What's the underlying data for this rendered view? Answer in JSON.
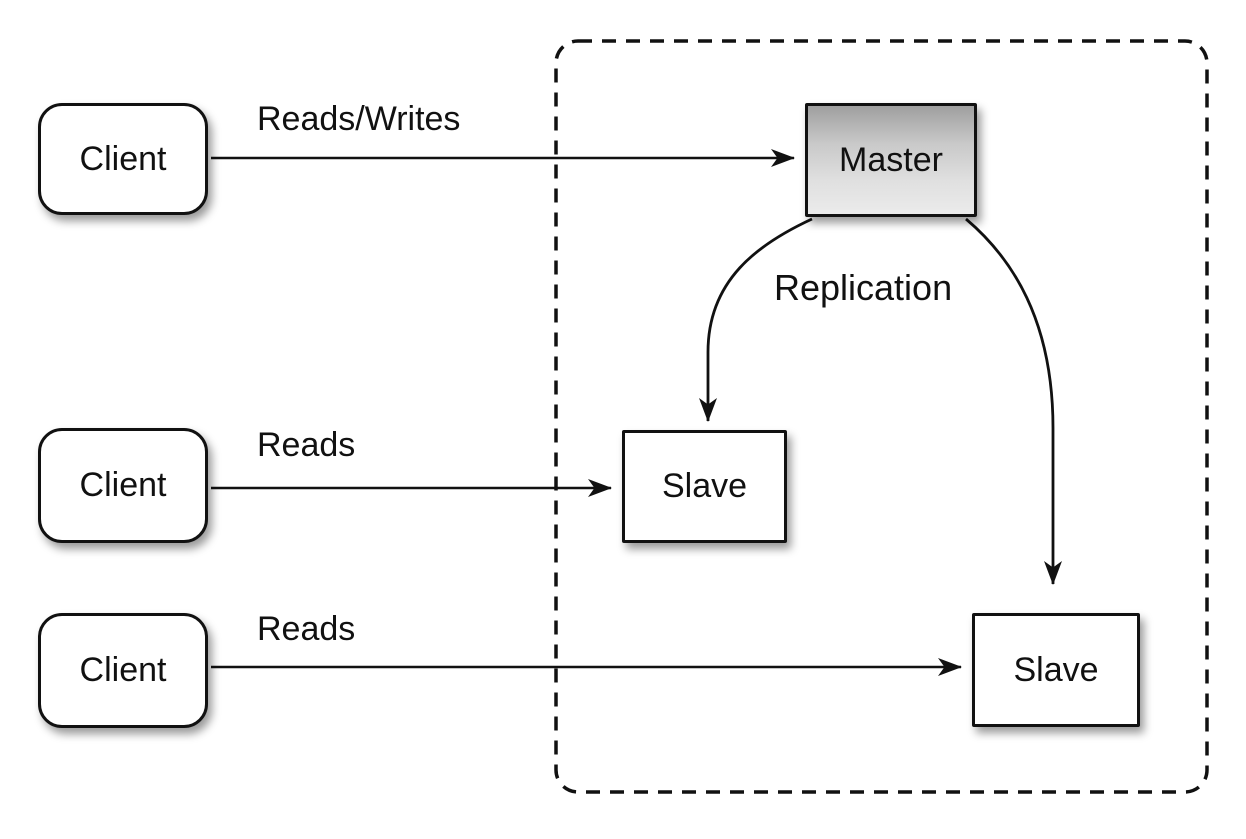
{
  "diagram": {
    "type": "architecture-diagram",
    "topic": "database master-slave replication",
    "background_color": "#ffffff",
    "line_color": "#111111",
    "nodes": {
      "client_top": {
        "label": "Client",
        "shape": "rounded-rectangle",
        "fill": "#ffffff"
      },
      "client_middle": {
        "label": "Client",
        "shape": "rounded-rectangle",
        "fill": "#ffffff"
      },
      "client_bottom": {
        "label": "Client",
        "shape": "rounded-rectangle",
        "fill": "#ffffff"
      },
      "master": {
        "label": "Master",
        "shape": "rectangle",
        "fill_gradient_top": "#9f9f9f",
        "fill_gradient_bottom": "#ebebeb"
      },
      "slave_left": {
        "label": "Slave",
        "shape": "rectangle",
        "fill": "#ffffff"
      },
      "slave_right": {
        "label": "Slave",
        "shape": "rectangle",
        "fill": "#ffffff"
      }
    },
    "edges": [
      {
        "from": "client_top",
        "to": "master",
        "label": "Reads/Writes",
        "style": "straight-arrow"
      },
      {
        "from": "client_middle",
        "to": "slave_left",
        "label": "Reads",
        "style": "straight-arrow"
      },
      {
        "from": "client_bottom",
        "to": "slave_right",
        "label": "Reads",
        "style": "straight-arrow"
      },
      {
        "from": "master",
        "to": "slave_left",
        "label": "Replication",
        "style": "curved-arrow"
      },
      {
        "from": "master",
        "to": "slave_right",
        "label": "Replication",
        "style": "curved-arrow"
      }
    ],
    "edge_labels": {
      "reads_writes": "Reads/Writes",
      "reads_middle": "Reads",
      "reads_bottom": "Reads",
      "replication": "Replication"
    },
    "groups": {
      "replication_boundary": {
        "label": "",
        "style": "dashed-rounded-rectangle",
        "contains": [
          "master",
          "slave_left",
          "slave_right"
        ]
      }
    }
  }
}
